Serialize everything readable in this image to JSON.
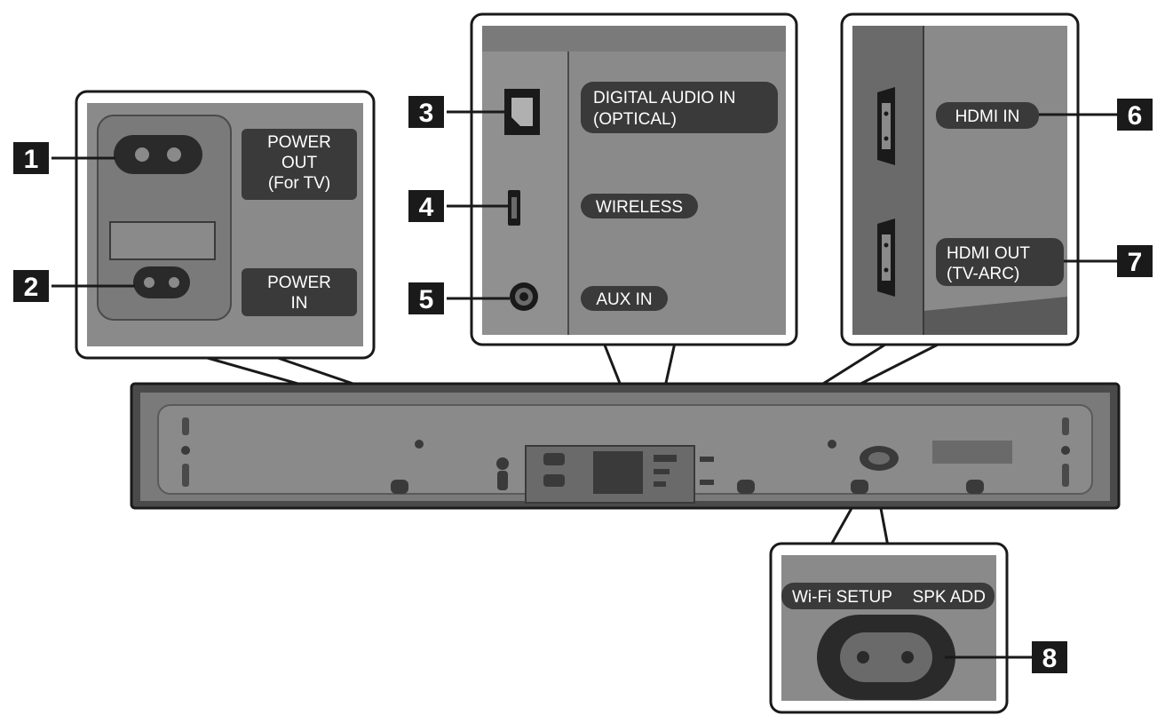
{
  "callouts": {
    "1": "1",
    "2": "2",
    "3": "3",
    "4": "4",
    "5": "5",
    "6": "6",
    "7": "7",
    "8": "8"
  },
  "labels": {
    "power_out": [
      "POWER",
      "OUT",
      "(For TV)"
    ],
    "power_in": [
      "POWER",
      "IN"
    ],
    "digital_audio_in": [
      "DIGITAL AUDIO IN",
      "(OPTICAL)"
    ],
    "wireless": "WIRELESS",
    "aux_in": "AUX IN",
    "hdmi_in": "HDMI IN",
    "hdmi_out": [
      "HDMI OUT",
      "(TV-ARC)"
    ],
    "wifi_setup": "Wi-Fi SETUP",
    "spk_add": "SPK ADD"
  },
  "colors": {
    "panel_gray": "#8a8a8a",
    "panel_dark": "#5a5a5a",
    "pill_bg": "#3a3a3a",
    "outline": "#1a1a1a",
    "bar_body": "#6e6e6e"
  }
}
